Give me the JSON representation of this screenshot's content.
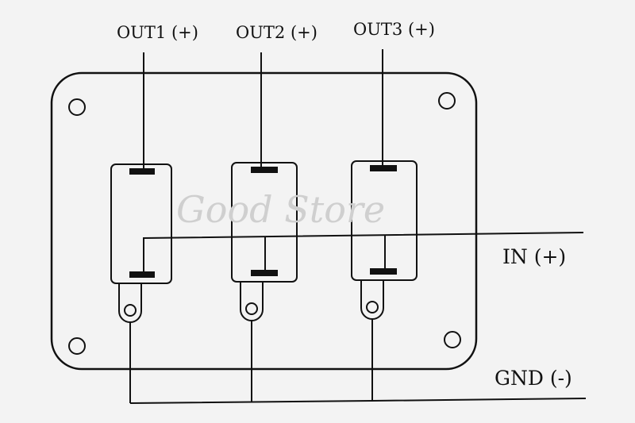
{
  "labels": {
    "out1": "OUT1 (+)",
    "out2": "OUT2 (+)",
    "out3": "OUT3 (+)",
    "in": "IN (+)",
    "gnd": "GND (-)"
  },
  "watermark": "Good Store",
  "colors": {
    "background": "#f3f3f3",
    "line": "#111111",
    "watermark": "#cfcfcf"
  }
}
